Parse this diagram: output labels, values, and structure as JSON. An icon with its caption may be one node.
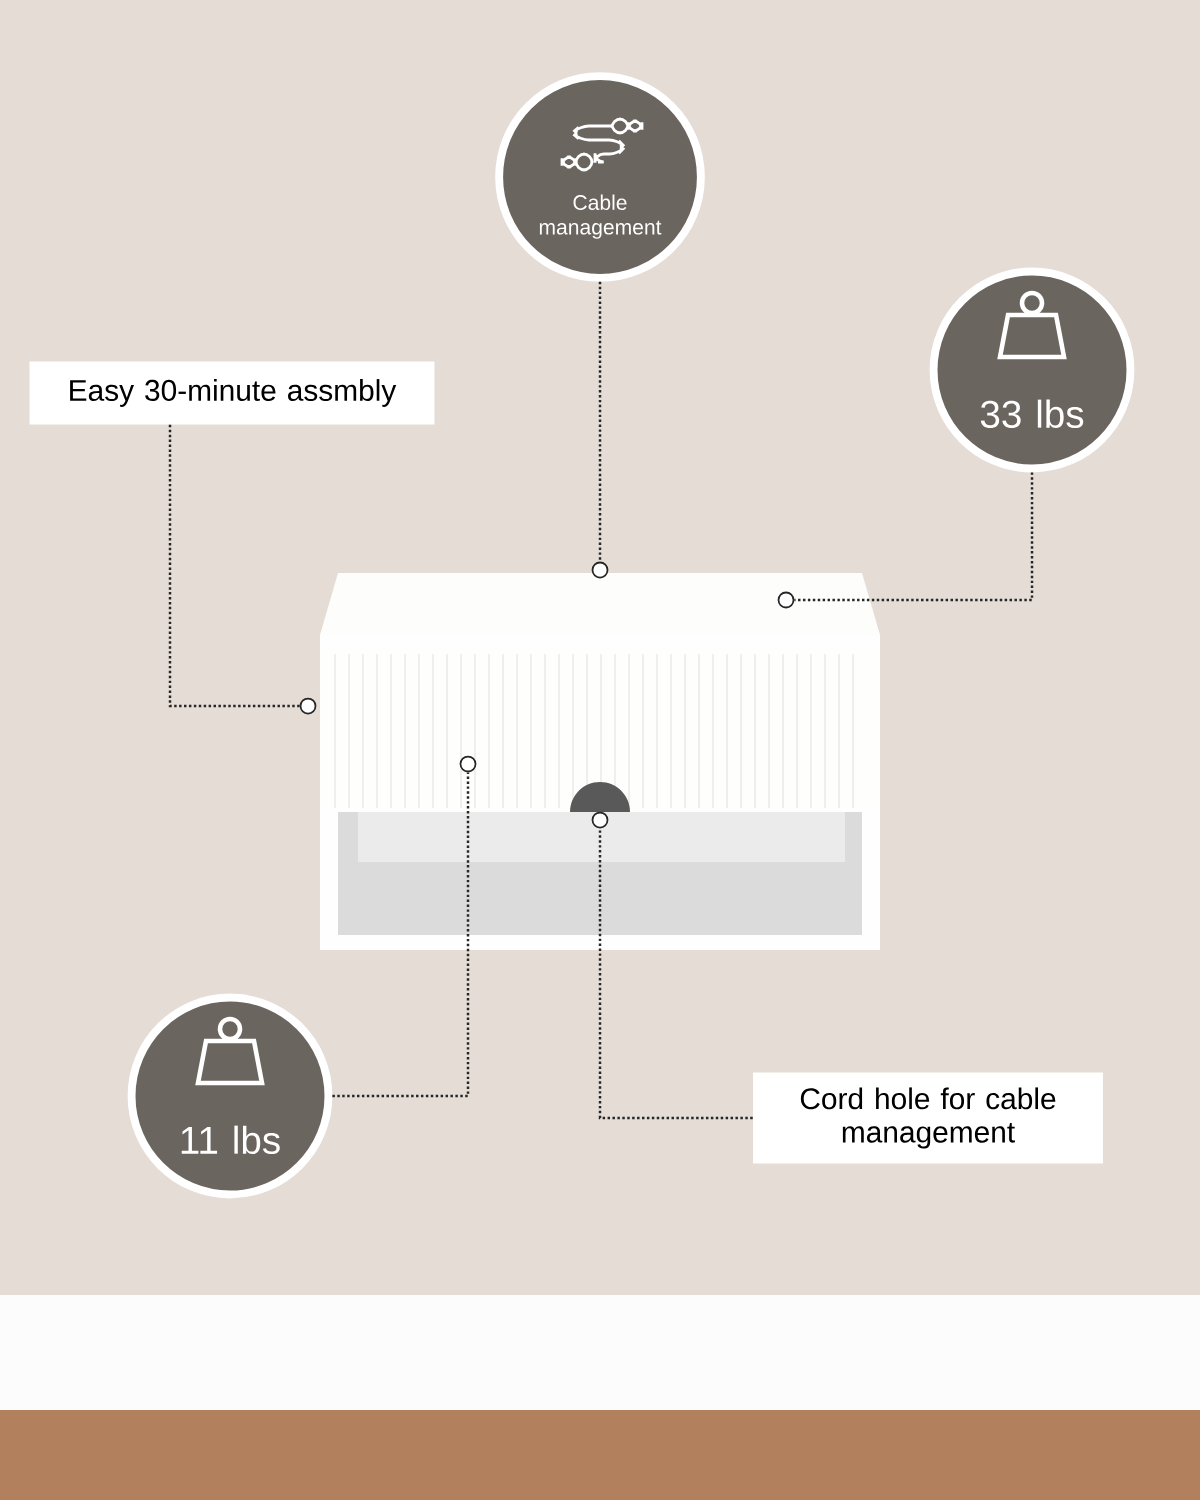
{
  "diagram": {
    "nodes": [
      {
        "text": [
          "Easy 30-minute assmbly"
        ]
      },
      {
        "text": [
          "Cable management"
        ]
      },
      {
        "text": [
          "33 lbs"
        ]
      },
      {
        "text": [
          "11 lbs"
        ]
      },
      {
        "text": [
          "Cord hole for cable management"
        ]
      },
      {
        "text": [],
        "shape": "circle"
      },
      {
        "text": [],
        "shape": "circle"
      },
      {
        "text": [],
        "shape": "circle"
      },
      {
        "text": [],
        "shape": "circle"
      },
      {
        "text": [],
        "shape": "circle"
      }
    ],
    "edges": [
      {
        "from": 0,
        "to": 5,
        "arrow": "none"
      },
      {
        "from": 1,
        "to": 7,
        "arrow": "none"
      },
      {
        "from": 2,
        "to": 9,
        "arrow": "none"
      },
      {
        "from": 3,
        "to": 6,
        "arrow": "none"
      },
      {
        "from": 4,
        "to": 8,
        "arrow": "none"
      }
    ]
  }
}
